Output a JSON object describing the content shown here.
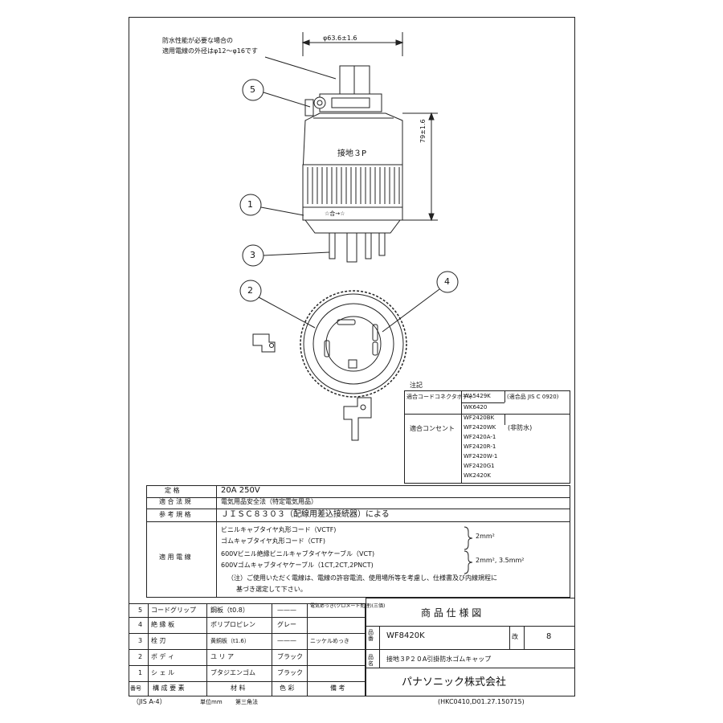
{
  "drawing": {
    "note_cable": [
      "防水性能が必要な場合の",
      "適用電線の外径はφ12～φ16です"
    ],
    "dim_width": "φ63.6±1.6",
    "dim_height": "79±1.6",
    "body_label": "接地３P",
    "ring_label": "☆合→☆",
    "callouts": [
      "5",
      "1",
      "3",
      "2",
      "4"
    ]
  },
  "notes": {
    "title": "注記",
    "connector_label": "適合コードコネクタボディ",
    "connector_items": [
      "WA5429K",
      "WK6420"
    ],
    "connector_std": "(適合品 JIS C 0920)",
    "outlet_label": "適合コンセント",
    "outlet_items": [
      "WF2420BK",
      "WF2420WK",
      "WF2420A-1",
      "WF2420R-1",
      "WF2420W-1",
      "WF2420G1",
      "WK2420K"
    ],
    "outlet_note": "(非防水)"
  },
  "spec": {
    "rating_label": "定 格",
    "rating_value": "20A 250V",
    "law_label": "適 合 法 規",
    "law_value": "電気用品安全法（特定電気用品）",
    "std_label": "参 考 規 格",
    "std_value": "ＪＩＳＣ８３０３（配線用差込接続器）による",
    "cable_label": "適 用 電 線",
    "cable_lines": [
      "ビニルキャブタイヤ丸形コード（VCTF)",
      "ゴムキャブタイヤ丸形コード（CTF)",
      "600Vビニル絶縁ビニルキャブタイヤケーブル（VCT)",
      "600Vゴムキャブタイヤケーブル（1CT,2CT,2PNCT)",
      "（注）ご使用いただく電線は、電線の許容電流、使用場所等を考慮し、仕様書及び内線規程に",
      "基づき選定して下さい。"
    ],
    "cable_size_1": "2mm²",
    "cable_size_2": "2mm², 3.5mm²"
  },
  "parts": {
    "header_note": "電気めっき(クロメート処理)(三価)",
    "rows": [
      {
        "no": "5",
        "name": "コードグリップ",
        "material": "鋼板（t0.8）",
        "color": "———",
        "remark": ""
      },
      {
        "no": "4",
        "name": "絶 縁 板",
        "material": "ポリプロピレン",
        "color": "グレー",
        "remark": ""
      },
      {
        "no": "3",
        "name": "栓 刃",
        "material": "黄銅板（t1.6）",
        "color": "———",
        "remark": "ニッケルめっき"
      },
      {
        "no": "2",
        "name": "ボ デ ィ",
        "material": "ユ リ ア",
        "color": "ブラック",
        "remark": ""
      },
      {
        "no": "1",
        "name": "シ ェ ル",
        "material": "ブタジエンゴム",
        "color": "ブラック",
        "remark": ""
      }
    ],
    "footer": {
      "no": "番号",
      "name": "構 成 要 素",
      "material": "材 料",
      "color": "色 彩",
      "remark": "備 考"
    }
  },
  "title_block": {
    "title": "商 品 仕 様 図",
    "item_no_label": "品番",
    "item_no": "WF8420K",
    "rev_label": "改",
    "rev": "8",
    "product_label": "品名",
    "product_name": "接地３P２０A引掛防水ゴムキャップ",
    "company": "パナソニック株式会社"
  },
  "footer": {
    "left": "（JIS A-4）",
    "unit": "単位mm",
    "projection": "第三角法",
    "right": "(HKC0410,D01.27.150715)"
  }
}
